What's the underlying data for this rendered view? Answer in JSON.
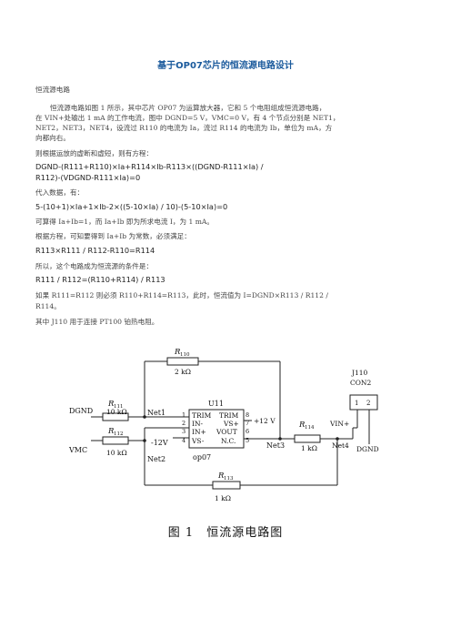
{
  "title": "基于OP07芯片的恒流源电路设计",
  "section": "恒流源电路",
  "para1_line1": "恒流源电路如图 1 所示，其中芯片 OP07 为运算放大器，它和 5 个电阻组成恒流源电路，",
  "para1_line2": "在 VIN+处输出 1 mA 的工作电流，图中 DGND=5 V，VMC=0 V，有 4 个节点分别是 NET1，",
  "para1_line3": "NET2，NET3，NET4，设流过 R110 的电流为 Ia，流过 R114 的电流为 Ib，单位为 mA，方",
  "para1_line4": "向都向右。",
  "para2": "则根据运放的虚断和虚短，则有方程：",
  "eq1_line1": "DGND-(R111+R110)×Ia+R114×Ib-R113×((DGND-R111×Ia) /",
  "eq1_line2": "R112)-(VDGND-R111×Ia)=0",
  "para3": "代入数据，有：",
  "eq2": "5-(10+1)×Ia+1×Ib-2×((5-10×Ia) / 10)-(5-10×Ia)=0",
  "para4": "可算得 Ia+Ib=1，而 Ia+Ib 即为所求电流 I，为 1 mA。",
  "para5": "根据方程，可知要得到 Ia+Ib 为常数，必须满足：",
  "eq3": "R113×R111 / R112-R110=R114",
  "para6": "所以，这个电路成为恒流源的条件是：",
  "eq4": "R111 / R112=(R110+R114) / R113",
  "para7_line1": "如果 R111=R112 则必须 R110+R114=R113，此时，恒流值为 I=DGND×R113 / R112 /",
  "para7_line2": "R114。",
  "para8": "其中 J110 用于连接 PT100 铂热电阻。",
  "circuit": {
    "r110_label": "R",
    "r110_sub": "110",
    "r110_value": "2 kΩ",
    "chip_name": "U11",
    "pin1": "1",
    "pin2": "2",
    "pin3": "3",
    "pin4": "4",
    "pin5": "5",
    "pin6": "6",
    "pin7": "7",
    "pin8": "8",
    "pin_trim_l": "TRIM",
    "pin_trim_r": "TRIM",
    "pin_inm": "IN-",
    "pin_inp": "IN+",
    "pin_vsm": "VS-",
    "pin_vsp": "VS+",
    "pin_vout": "VOUT",
    "pin_nc": "N.C.",
    "chip_model": "op07",
    "dgnd_left": "DGND",
    "vmc": "VMC",
    "r111_label": "R",
    "r111_sub": "111",
    "r111_value": "10 kΩ",
    "r112_label": "R",
    "r112_sub": "112",
    "r112_value": "10 kΩ",
    "net1": "Net1",
    "net2": "Net2",
    "net3": "Net3",
    "net4": "Net4",
    "minus12v": "-12V",
    "plus12v": "+12 V",
    "r114_label": "R",
    "r114_sub": "114",
    "r114_value": "1 kΩ",
    "r113_label": "R",
    "r113_sub": "113",
    "r113_value": "1 kΩ",
    "j110_name": "J110",
    "j110_type": "CON2",
    "j110_pin1": "1",
    "j110_pin2": "2",
    "vin_plus": "VIN+",
    "dgnd_right": "DGND"
  },
  "caption": "图 1　恒流源电路图"
}
